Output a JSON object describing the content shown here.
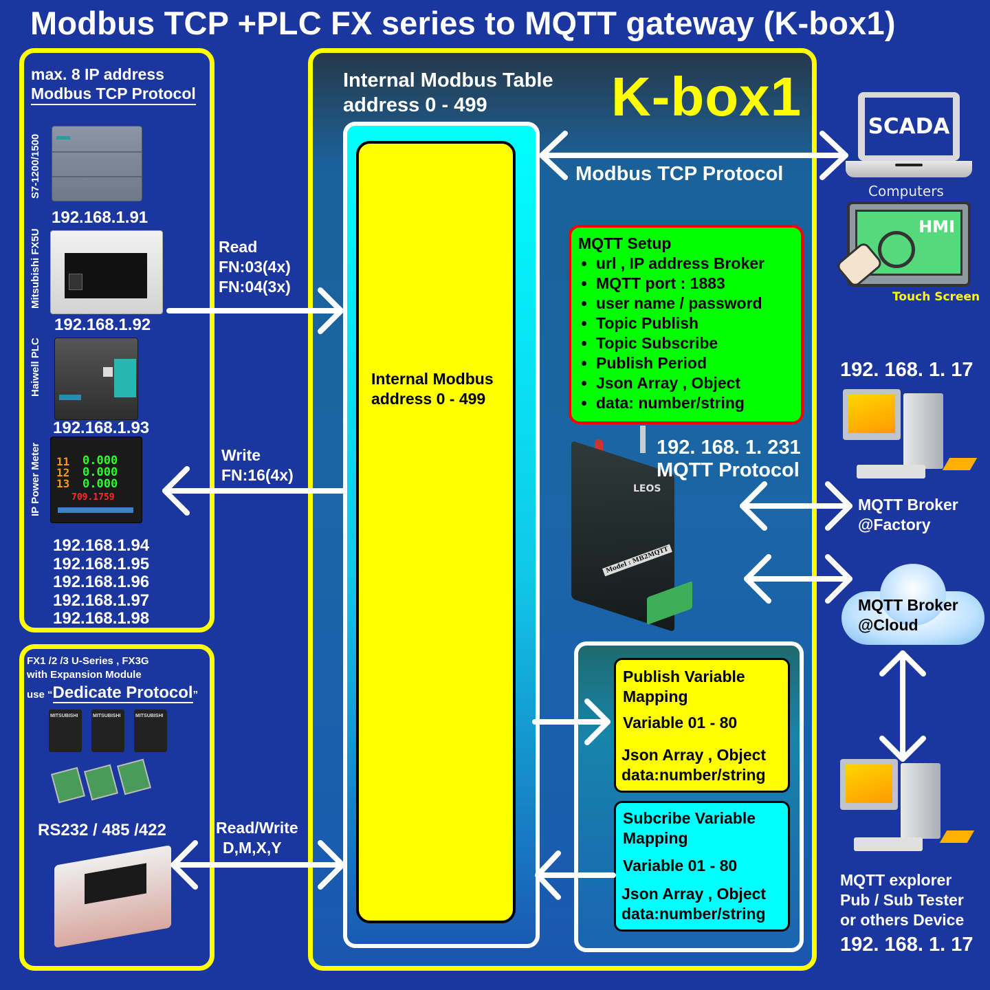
{
  "title": "Modbus TCP +PLC FX series to MQTT gateway  (K-box1)",
  "colors": {
    "background": "#1c36a0",
    "accent_yellow": "#ffff00",
    "mqtt_green": "#00ff00",
    "mqtt_border_red": "#ff0000",
    "cyan": "#00ffff"
  },
  "left_panel": {
    "heading_line1": "max. 8 IP address",
    "heading_line2": "Modbus TCP Protocol",
    "devices": [
      {
        "label": "S7-1200/1500",
        "ip": "192.168.1.91",
        "icon": "siemens-plc-image"
      },
      {
        "label": "Mitsubishi  FX5U",
        "ip": "192.168.1.92",
        "icon": "mitsubishi-fx5u-image"
      },
      {
        "label": "Haiwell PLC",
        "ip": "192.168.1.93",
        "icon": "haiwell-plc-image"
      },
      {
        "label": "IP Power Meter",
        "ip": "",
        "icon": "ip-power-meter-image"
      }
    ],
    "extra_ips": [
      "192.168.1.94",
      "192.168.1.95",
      "192.168.1.96",
      "192.168.1.97",
      "192.168.1.98"
    ]
  },
  "left_bottom_panel": {
    "line1": "FX1 /2 /3 U-Series , FX3G",
    "line2": "with Expansion Module",
    "use_prefix": "use “",
    "protocol": "Dedicate Protocol",
    "use_suffix": "”",
    "interfaces": "RS232 / 485 /422",
    "module_brand": "MITSUBISHI"
  },
  "arrows": {
    "read_label": "Read",
    "read_fn1": "FN:03(4x)",
    "read_fn2": "FN:04(3x)",
    "write_label": "Write",
    "write_fn": "FN:16(4x)",
    "rw_label": "Read/Write",
    "rw_devices": "D,M,X,Y"
  },
  "kbox": {
    "table_title_line1": "Internal Modbus Table",
    "table_title_line2": "address 0 - 499",
    "brand": "K-box1",
    "internal_line1": "Internal Modbus",
    "internal_line2": "address 0 - 499",
    "modbus_tcp_label": "Modbus TCP Protocol",
    "mqtt_setup": {
      "title": "MQTT Setup",
      "items": [
        "url , IP address Broker",
        "MQTT port : 1883",
        "user name / password",
        "Topic Publish",
        "Topic Subscribe",
        "Publish Period",
        "Json Array , Object",
        "data: number/string"
      ]
    },
    "device_ip": "192. 168. 1. 231",
    "device_protocol": "MQTT Protocol",
    "device_brand": "LEOS",
    "device_model": "Model : MB2MQTT",
    "publish": {
      "title_line1": "Publish Variable",
      "title_line2": "Mapping",
      "range": "Variable 01 - 80",
      "format": "Json Array , Object",
      "data": "data:number/string"
    },
    "subscribe": {
      "title_line1": "Subcribe Variable",
      "title_line2": "Mapping",
      "range": "Variable 01 - 80",
      "format": "Json Array , Object",
      "data": "data:number/string"
    }
  },
  "right": {
    "scada_label": "SCADA",
    "computers_label": "Computers",
    "hmi_label": "HMI",
    "touch_label": "Touch Screen",
    "broker_ip": "192. 168. 1. 17",
    "factory_line1": "MQTT Broker",
    "factory_line2": "@Factory",
    "cloud_line1": "MQTT Broker",
    "cloud_line2": "@Cloud",
    "explorer_line1": "MQTT explorer",
    "explorer_line2": "Pub / Sub Tester",
    "explorer_line3": "or others Device",
    "explorer_ip": "192. 168. 1. 17"
  }
}
